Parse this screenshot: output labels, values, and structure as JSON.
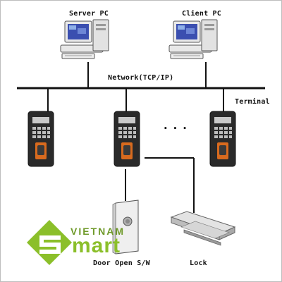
{
  "labels": {
    "server_pc": "Server PC",
    "client_pc": "Client PC",
    "network": "Network(TCP/IP)",
    "terminal": "Terminal",
    "ellipsis": "...",
    "door_open_switch": "Door Open S/W",
    "lock": "Lock"
  },
  "logo": {
    "top_text": "VIETNAM",
    "bottom_text": "mart",
    "brand_color": "#8bbf2a"
  },
  "icons": [
    "desktop-computer-icon",
    "fingerprint-terminal-icon",
    "push-button-switch-icon",
    "magnetic-lock-icon"
  ],
  "colors": {
    "line": "#111111",
    "terminal_body": "#2a2a2a",
    "terminal_accent": "#d86a1e",
    "pc_screen": "#3b4fb0"
  }
}
